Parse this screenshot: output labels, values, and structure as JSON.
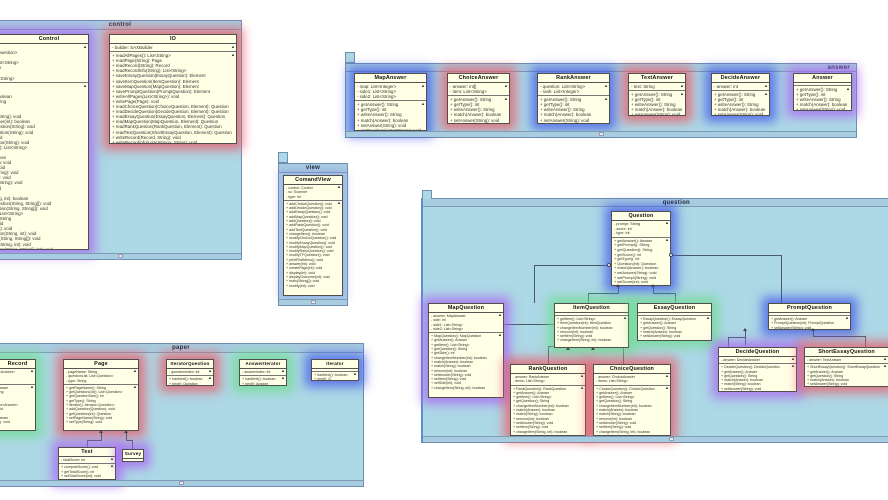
{
  "packages": {
    "control": {
      "name": "control",
      "classes": {
        "control": {
          "name": "Control",
          "attributes": [
            "- id: int",
            "- iterator: Iterator<Question>",
            "- page: Page",
            "- pageNameList: List<String>",
            "- question: Question",
            "- record: Record",
            "- recordName: List<String>"
          ],
          "operations": [
            "+ Control(): Control",
            "+ run(): void",
            "+ addQuestion(): boolean",
            "+ getQuestion(): String",
            "+ next(): void",
            "+ setAnswer(): void",
            "+ modifyQuestion(String): void",
            "+ changeItemNumber(int): boolean",
            "+ modifyDecideQuestion(String): void",
            "+ modifyEssayQuestion(String): void",
            "+ loadPage(int): void",
            "+ modifyTextQuestion(String): void",
            "+ getPageName(int): List<String>",
            "+ getCount(): int",
            "+ remove(int): boolean",
            "+ setAnswer(String): void",
            "+ setItem(String): void",
            "+ setPageName(String): void",
            "+ setPrompt(String): void",
            "+ setRecordName(String): void",
            "+ setScore(int): void",
            "+ setSide(int): void",
            "+ changeItem(String, int): boolean",
            "+ modifyChoiceQuestion(String, String[]): void",
            "+ modifyRankQuestion(String, String[]): void",
            "+ displayPage(int): List<String>",
            "+ getOutcome(int): String",
            "+ savePage(int): void",
            "+ setItem(String, int): void",
            "+ addDecideQuestion(String, int): void",
            "+ addMapQuestion(String, String[]): void",
            "+ addTextQuestion(String, int): void",
            "+ addChoiceQuestion(String, String[], int): void",
            "+ addRankQuestion(String, String[], int): void",
            "+ addMapQuestion(String, String[], int): void"
          ]
        },
        "io": {
          "name": "IO",
          "attributes": [
            "- builder: SAXBuilder"
          ],
          "operations": [
            "+ readAllPages(): List<String>",
            "+ readPage(String): Page",
            "+ readRecord(String): Record",
            "+ readRecordInfo(String): List<String>",
            "+ saveEssayQuestion(EssayQuestion): Element",
            "+ saveItemQuestion(ItemQuestion): Element",
            "+ saveMapQuestion(MapQuestion): Element",
            "+ savePromptQuestion(PromptQuestion): Element",
            "+ writeAllPages(List<String>): void",
            "+ writePage(Page): void",
            "+ readChoiceQuestion(ChoiceQuestion, Element): Question",
            "+ readDecideQuestion(DecideQuestion, Element): Question",
            "+ readEssayQuestion(EssayQuestion, Element): Question",
            "+ readMapQuestion(MapQuestion, Element): Question",
            "+ readRankQuestion(RankQuestion, Element): Question",
            "+ readTextQuestion(ShortEssayQuestion, Element): Question",
            "+ writeRecord(Record, String): void",
            "+ writeRecordInfo(List<String>, String): void"
          ]
        }
      }
    },
    "answer": {
      "name": "answer",
      "classes": [
        {
          "name": "MapAnswer",
          "attributes": [
            "- map: List<Integer>",
            "- side1: List<String>",
            "- side2: List<String>"
          ],
          "operations": [
            "+ getAnswer(): String",
            "+ getType(): int",
            "+ writeAnswer(): String",
            "+ match(Answer): boolean",
            "+ setAnswer(String): void",
            "+ setQuestion(List<String>): void"
          ]
        },
        {
          "name": "ChoiceAnswer",
          "attributes": [
            "- answer: int[]",
            "- item: List<String>"
          ],
          "operations": [
            "+ getAnswer(): String",
            "+ getType(): int",
            "+ writeAnswer(): String",
            "+ match(Answer): boolean",
            "+ setAnswer(String): void",
            "+ setItem(List<String>): void"
          ]
        },
        {
          "name": "RankAnswer",
          "attributes": [
            "- question: List<String>",
            "- rank: List<Integer>"
          ],
          "operations": [
            "+ getAnswer(): String",
            "+ getType(): int",
            "+ writeAnswer(): String",
            "+ match(Answer): boolean",
            "+ setAnswer(String): void",
            "+ setQuestion(List<String>): void"
          ]
        },
        {
          "name": "TextAnswer",
          "attributes": [
            "- text: String"
          ],
          "operations": [
            "+ getAnswer(): String",
            "+ getType(): int",
            "+ writeAnswer(): String",
            "+ match(Answer): boolean",
            "+ setAnswer(String): void"
          ]
        },
        {
          "name": "DecideAnswer",
          "attributes": [
            "- answer: int"
          ],
          "operations": [
            "+ getAnswer(): String",
            "+ getType(): int",
            "+ writeAnswer(): String",
            "+ match(Answer): boolean",
            "+ setAnswer(String): void"
          ]
        },
        {
          "name": "Answer",
          "attributes": [],
          "operations": [
            "+ getAnswer(): String",
            "+ getType(): int",
            "+ writeAnswer(): String",
            "+ match(Answer): boolean",
            "+ setAnswer(String): void"
          ]
        }
      ]
    },
    "view": {
      "name": "view",
      "classes": {
        "comandview": {
          "name": "ComandView",
          "attributes": [
            "- control: Control",
            "- sc: Scanner",
            "- type: int"
          ],
          "operations": [
            "+ addChoiceQuestion(): void",
            "+ addDecideQuestion(): void",
            "+ addEssayQuestion(): void",
            "+ addMapQuestion(): void",
            "+ addQuestion(): void",
            "+ addRankQuestion(): void",
            "+ addTextQuestion(): void",
            "+ changeItem(): boolean",
            "+ modifyChoiceQuestion(): void",
            "+ modifyEssayQuestion(): void",
            "+ modifyMapQuestion(): void",
            "+ modifyRankQuestion(): void",
            "+ modifyTFQuestion(): void",
            "+ printFirstMenu(): void",
            "+ answer(int): void",
            "+ createPage(int): void",
            "+ display(int): void",
            "+ displayOutcome(int): void",
            "+ main(String[]): void",
            "+ modify(int): void"
          ]
        }
      }
    },
    "question": {
      "name": "question",
      "classes": {
        "question": {
          "name": "Question",
          "attributes": [
            "- prompt: String",
            "- score: int",
            "- type: int"
          ],
          "operations": [
            "+ getAnswer(): Answer",
            "+ getPrompt(): String",
            "+ getQuestion(): String",
            "+ getScore(): int",
            "+ getType(): int",
            "+ Question(int): Question",
            "+ match(Answer): boolean",
            "+ setAnswer(String): void",
            "+ setPrompt(String): void",
            "+ setScore(int): void"
          ]
        },
        "mapquestion": {
          "name": "MapQuestion",
          "attributes": [
            "- answer: MapAnswer",
            "- side: int",
            "- side1: List<String>",
            "- side2: List<String>"
          ],
          "operations": [
            "+ MapQuestion(): MapQuestion",
            "+ getAnswer(): Answer",
            "+ getItem(): List<String>",
            "+ getQuestion(): String",
            "+ getSide(): int",
            "+ changeItemNumber(int): boolean",
            "+ match(Answer): boolean",
            "+ match(String): boolean",
            "+ remove(int): boolean",
            "+ setAnswer(String): void",
            "+ setItem(String): void",
            "+ setSide(int): void",
            "+ changeItem(String, int): boolean"
          ]
        },
        "itemquestion": {
          "name": "ItemQuestion",
          "attributes": [],
          "operations": [
            "+ getItem(): List<String>",
            "+ ItemQuestion(int): ItemQuestion",
            "+ changeItemNumber(int): boolean",
            "+ remove(int): boolean",
            "+ setItem(String): void",
            "+ changeItem(String, int): boolean"
          ]
        },
        "essayquestion": {
          "name": "EssayQuestion",
          "attributes": [],
          "operations": [
            "+ EssayQuestion(): EssayQuestion",
            "+ getAnswer(): Answer",
            "+ getQuestion(): String",
            "+ match(Answer): boolean",
            "+ setAnswer(String): void"
          ]
        },
        "promptquestion": {
          "name": "PromptQuestion",
          "attributes": [],
          "operations": [
            "+ getAnswer(): Answer",
            "+ PromptQuestion(int): PromptQuestion",
            "+ setAnswer(String): void"
          ]
        },
        "rankquestion": {
          "name": "RankQuestion",
          "attributes": [
            "- answer: RankAnswer",
            "- items: List<String>"
          ],
          "operations": [
            "+ RankQuestion(): RankQuestion",
            "+ getAnswer(): Answer",
            "+ getItem(): List<String>",
            "+ getQuestion(): String",
            "+ changeItemNumber(int): boolean",
            "+ match(Answer): boolean",
            "+ match(String): boolean",
            "+ remove(int): boolean",
            "+ setAnswer(String): void",
            "+ setItem(String): void",
            "+ changeItem(String, int): boolean"
          ]
        },
        "choicequestion": {
          "name": "ChoiceQuestion",
          "attributes": [
            "- answer: ChoiceAnswer",
            "- items: List<String>"
          ],
          "operations": [
            "+ ChoiceQuestion(): ChoiceQuestion",
            "+ getAnswer(): Answer",
            "+ getItem(): List<String>",
            "+ getQuestion(): String",
            "+ changeItemNumber(int): boolean",
            "+ match(Answer): boolean",
            "+ match(String): boolean",
            "+ remove(int): boolean",
            "+ setAnswer(String): void",
            "+ setItem(String): void",
            "+ changeItem(String, int): boolean"
          ]
        },
        "decidequestion": {
          "name": "DecideQuestion",
          "attributes": [
            "- answer: DecideAnswer"
          ],
          "operations": [
            "+ DecideQuestion(): DecideQuestion",
            "+ getAnswer(): Answer",
            "+ getQuestion(): String",
            "+ match(Answer): boolean",
            "+ match(String): boolean",
            "+ setAnswer(String): void"
          ]
        },
        "shortessayquestion": {
          "name": "ShortEssayQuestion",
          "attributes": [
            "- answer: TextAnswer"
          ],
          "operations": [
            "+ ShortEssayQuestion(): ShortEssayQuestion",
            "+ getAnswer(): Answer",
            "+ getQuestion(): String",
            "+ match(Answer): boolean",
            "+ setAnswer(String): void"
          ]
        }
      }
    },
    "paper": {
      "name": "paper",
      "classes": {
        "record": {
          "name": "Record",
          "attributes": [
            "- answerList: List<Answer>",
            "- ",
            "- name: String"
          ],
          "operations": [
            "+ getAnswer(): Answer",
            "+ getName(): String",
            "+ ",
            "+ boolean",
            "+ iterator(): Iterator<Answer>",
            "+ setAnswer(): void",
            "+ void",
            "+ getAnswer(): Answer",
            "+ setName(String): void"
          ]
        },
        "page": {
          "name": "Page",
          "attributes": [
            "- pageName: String",
            "- questionList: List<Question>",
            "- type: String"
          ],
          "operations": [
            "+ getPageName(): String",
            "+ getQuestionList(): List<Question>",
            "+ getQuestionSize(): int",
            "+ getType(): String",
            "+ iterator(): Iterator<Question>",
            "+ addQuestion(Question): void",
            "+ getQuestion(int): Question",
            "+ setPageName(String): void",
            "+ setType(String): void"
          ]
        },
        "iteratorquestion": {
          "name": "IteratorQuestion",
          "attributes": [
            "- questionIndex: int"
          ],
          "operations": [
            "+ hasNext(): boolean",
            "+ next(): Question"
          ]
        },
        "answeriterator": {
          "name": "AnswerIterator",
          "attributes": [
            "- answerIndex: int"
          ],
          "operations": [
            "+ hasNext(): boolean",
            "+ next(): Answer"
          ]
        },
        "iterator": {
          "name": "Iterator",
          "attributes": [],
          "operations": [
            "+ hasNext(): boolean",
            "+ next(): O"
          ]
        },
        "test": {
          "name": "Test",
          "attributes": [
            "- totalScore: int"
          ],
          "operations": [
            "+ computeScore(): void",
            "+ getTotalScore(): int",
            "+ setTotalScore(int): void"
          ]
        },
        "survey": {
          "name": "Survey",
          "attributes": [],
          "operations": []
        }
      }
    }
  },
  "colors": {
    "package_fill": "#add8e6",
    "package_border": "#6f8fb0",
    "class_fill": "#ffffe6",
    "glow_red": "#eb5a64",
    "glow_blue": "#3c50e6",
    "glow_purple": "#aa64f0",
    "glow_green": "#6edc8c"
  }
}
